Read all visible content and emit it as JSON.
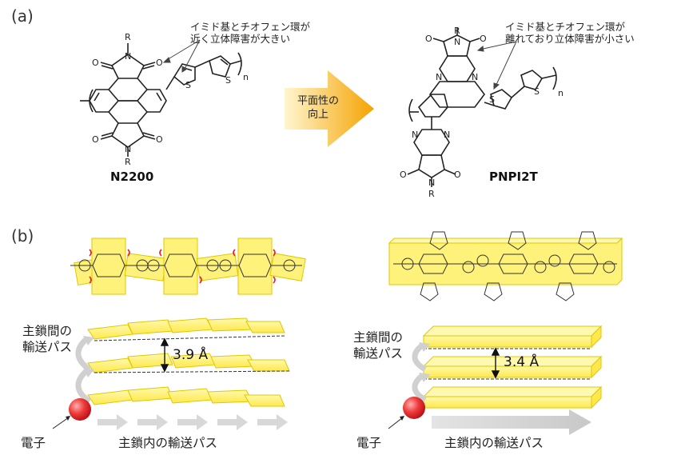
{
  "panels": {
    "a": "(a)",
    "b": "(b)"
  },
  "molecule_left": {
    "name": "N2200",
    "annotation": [
      "イミド基とチオフェン環が",
      "近く立体障害が大きい"
    ]
  },
  "molecule_right": {
    "name": "PNPI2T",
    "annotation": [
      "イミド基とチオフェン環が",
      "離れており立体障害が小さい"
    ]
  },
  "arrow_label": [
    "平面性の",
    "向上"
  ],
  "stack_left": {
    "interchain_label": [
      "主鎖間の",
      "輸送パス"
    ],
    "distance": "3.9 Å",
    "electron_label": "電子",
    "intrachain_label": "主鎖内の輸送パス"
  },
  "stack_right": {
    "interchain_label": [
      "主鎖間の",
      "輸送パス"
    ],
    "distance": "3.4 Å",
    "electron_label": "電子",
    "intrachain_label": "主鎖内の輸送パス"
  },
  "atom_labels": {
    "N": "N",
    "O": "O",
    "R": "R",
    "S": "S",
    "n": "n"
  },
  "colors": {
    "yellow_fill": "#fff27a",
    "yellow_edge": "#e0c800",
    "arrow_orange": "#f5a300",
    "electron_red": "#e8222a",
    "grey_arrow": "#cfcfcf"
  }
}
